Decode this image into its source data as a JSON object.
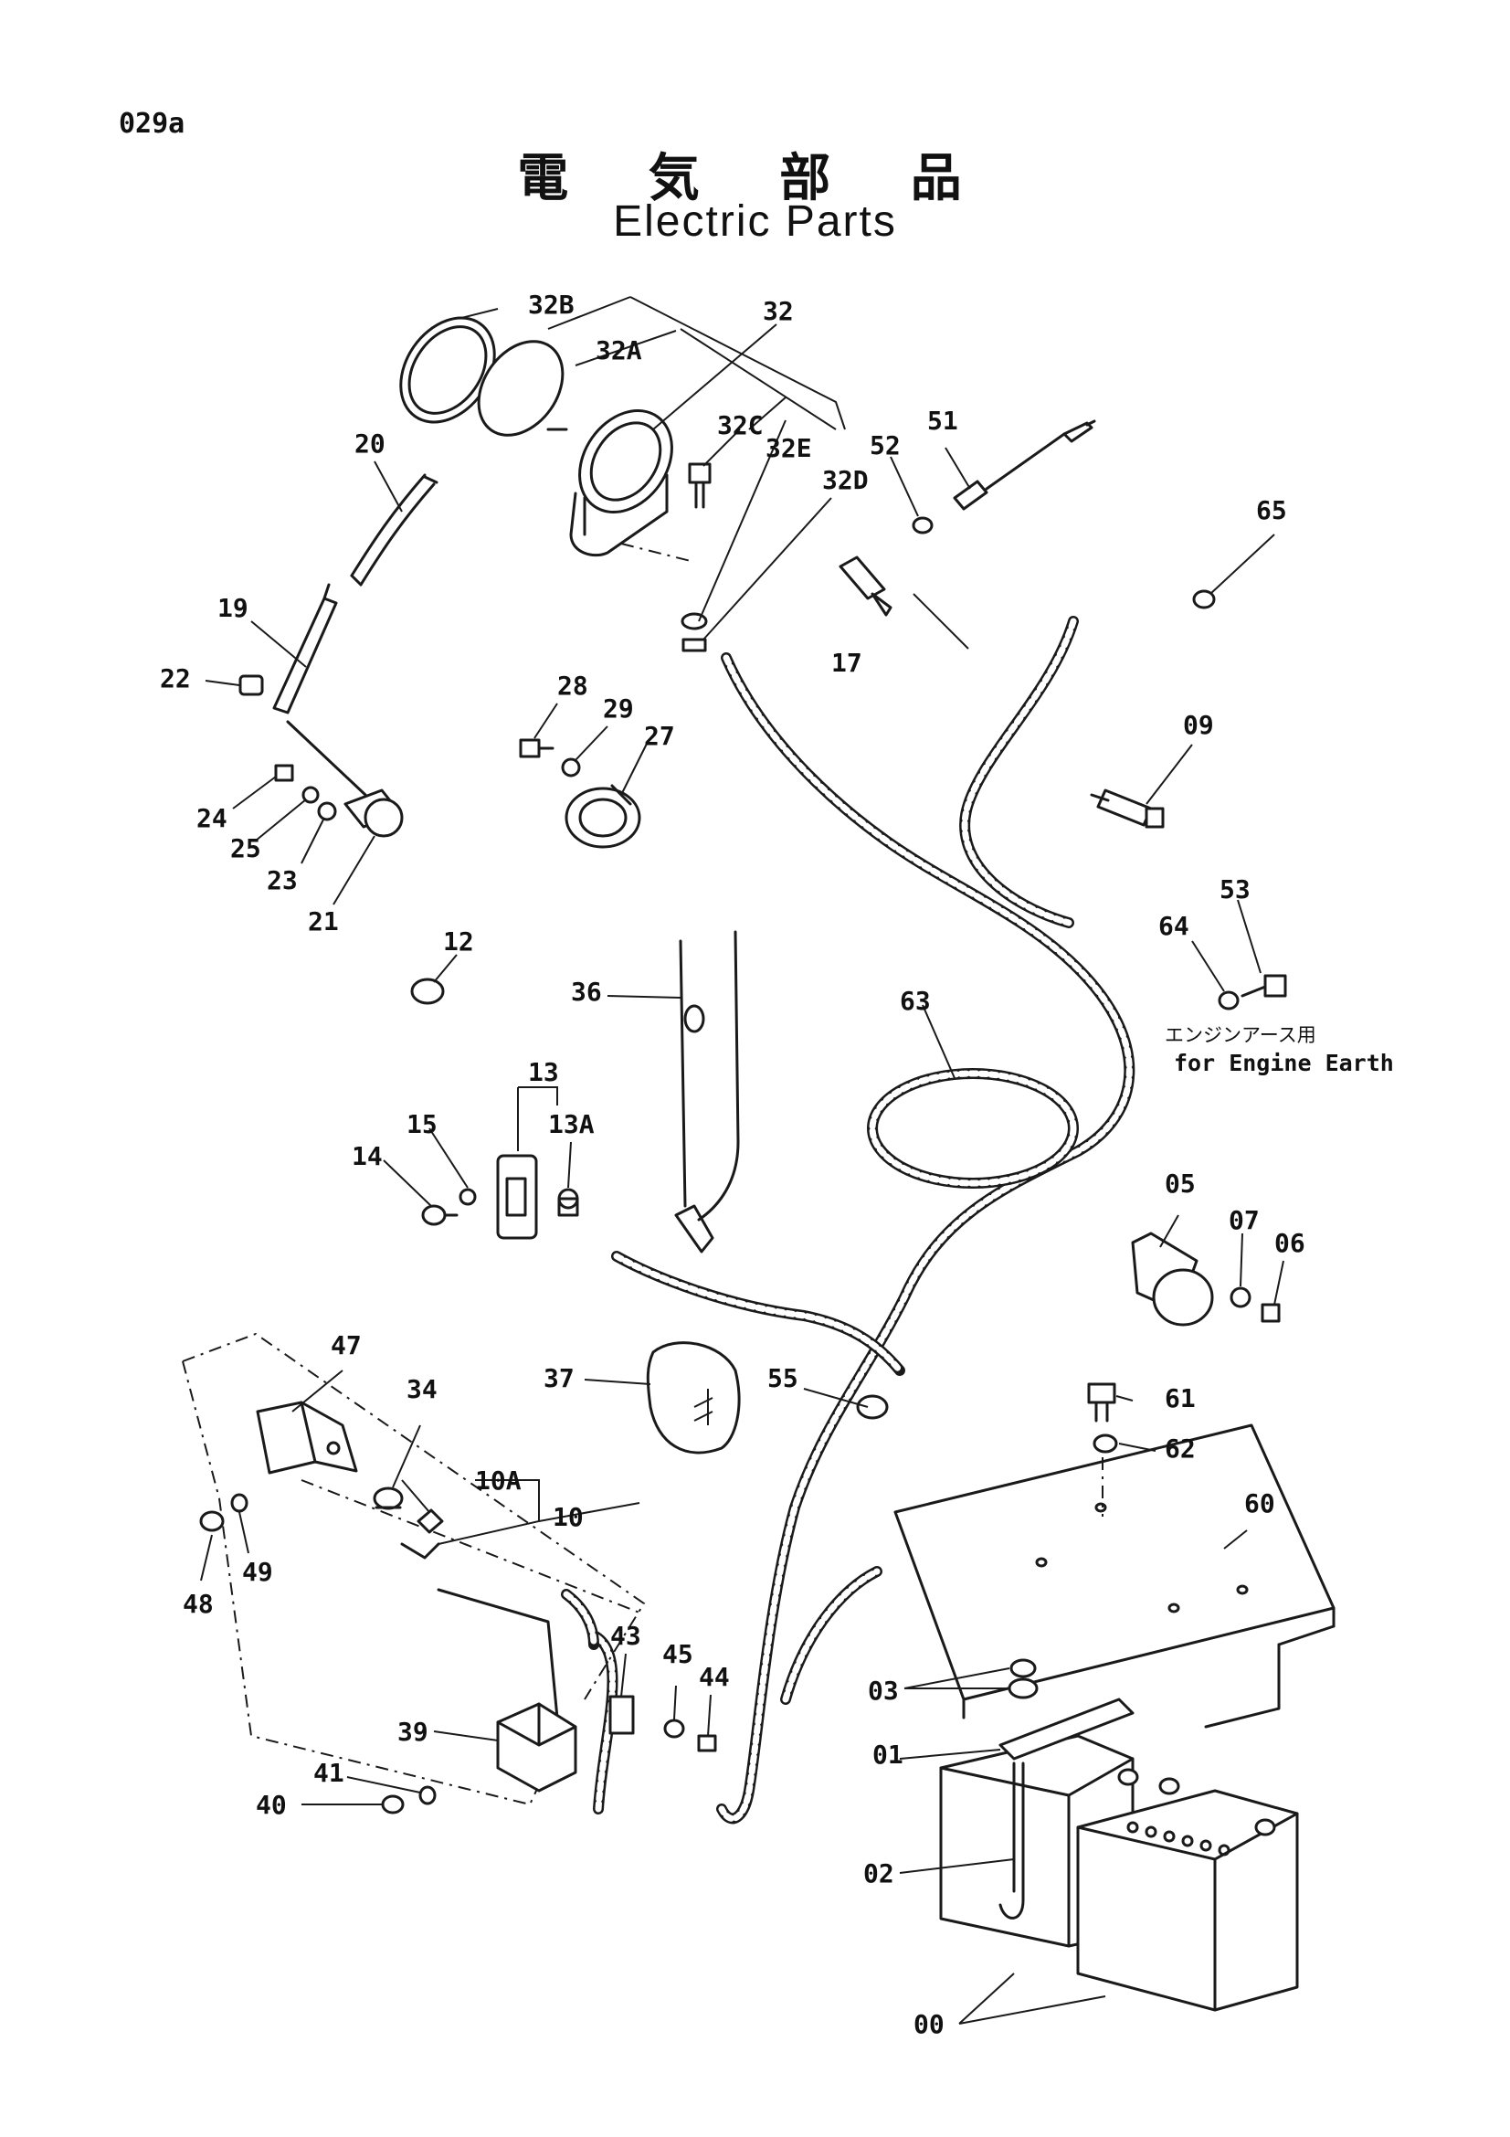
{
  "page": {
    "id": "029a",
    "title_jp": "電 気 部 品",
    "title_en": "Electric Parts"
  },
  "note": {
    "jp": "エンジンアース用",
    "en": "for Engine Earth"
  },
  "labels": {
    "l32B": "32B",
    "l32A": "32A",
    "l32": "32",
    "l32C": "32C",
    "l32E": "32E",
    "l32D": "32D",
    "l20": "20",
    "l19": "19",
    "l22": "22",
    "l24": "24",
    "l25": "25",
    "l23": "23",
    "l21": "21",
    "l51": "51",
    "l52": "52",
    "l65": "65",
    "l17": "17",
    "l28": "28",
    "l29": "29",
    "l27": "27",
    "l09": "09",
    "l53": "53",
    "l64": "64",
    "l12": "12",
    "l36": "36",
    "l63": "63",
    "l13": "13",
    "l13A": "13A",
    "l15": "15",
    "l14": "14",
    "l05": "05",
    "l07": "07",
    "l06": "06",
    "l47": "47",
    "l34": "34",
    "l37": "37",
    "l55": "55",
    "l61": "61",
    "l62": "62",
    "l60": "60",
    "l10A": "10A",
    "l10": "10",
    "l48": "48",
    "l49": "49",
    "l43": "43",
    "l45": "45",
    "l44": "44",
    "l03": "03",
    "l01": "01",
    "l39": "39",
    "l41": "41",
    "l40": "40",
    "l02": "02",
    "l00": "00"
  },
  "colors": {
    "ink": "#1a1a1a",
    "paper": "#ffffff"
  }
}
